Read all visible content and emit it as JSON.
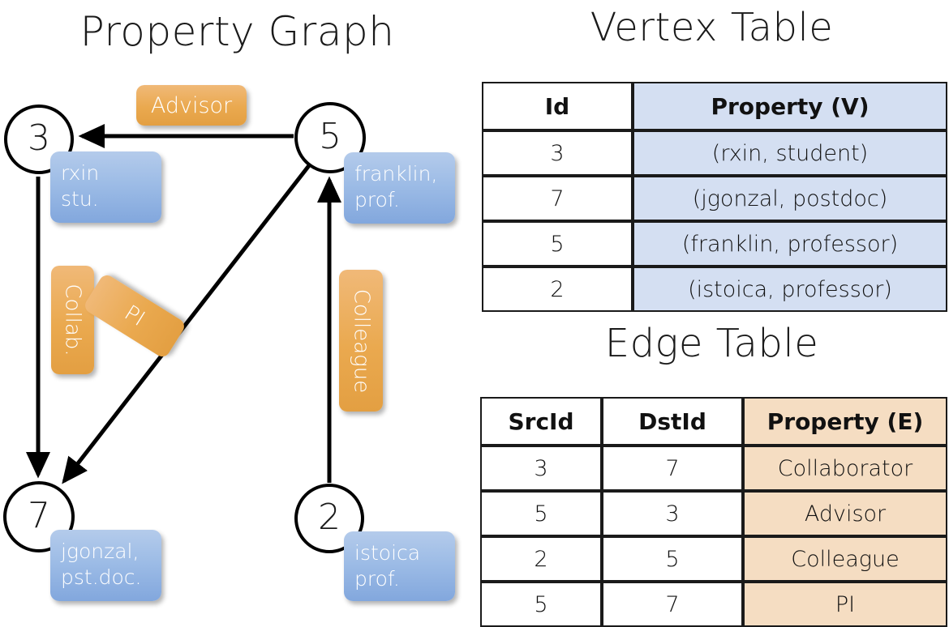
{
  "graph": {
    "title": "Property Graph",
    "vertices": [
      {
        "id": "3",
        "property": "rxin\nstu."
      },
      {
        "id": "5",
        "property": "franklin,\nprof."
      },
      {
        "id": "7",
        "property": "jgonzal,\npst.doc."
      },
      {
        "id": "2",
        "property": "istoica\nprof."
      }
    ],
    "edge_labels": [
      {
        "name": "advisor",
        "text": "Advisor"
      },
      {
        "name": "collab",
        "text": "Collab."
      },
      {
        "name": "pi",
        "text": "PI"
      },
      {
        "name": "colleague",
        "text": "Colleague"
      }
    ],
    "colors": {
      "vertex_fill": "#ffffff",
      "vertex_stroke": "#000000",
      "property_bubble": "#9dbce6",
      "edge_label": "#eaa94f",
      "edge_line": "#000000"
    }
  },
  "vertex_table": {
    "title": "Vertex Table",
    "headers": [
      "Id",
      "Property (V)"
    ],
    "rows": [
      [
        "3",
        "(rxin, student)"
      ],
      [
        "7",
        "(jgonzal, postdoc)"
      ],
      [
        "5",
        "(franklin, professor)"
      ],
      [
        "2",
        "(istoica, professor)"
      ]
    ],
    "highlight_color": "#d4dff2"
  },
  "edge_table": {
    "title": "Edge Table",
    "headers": [
      "SrcId",
      "DstId",
      "Property (E)"
    ],
    "rows": [
      [
        "3",
        "7",
        "Collaborator"
      ],
      [
        "5",
        "3",
        "Advisor"
      ],
      [
        "2",
        "5",
        "Colleague"
      ],
      [
        "5",
        "7",
        "PI"
      ]
    ],
    "highlight_color": "#f5ddc2"
  }
}
